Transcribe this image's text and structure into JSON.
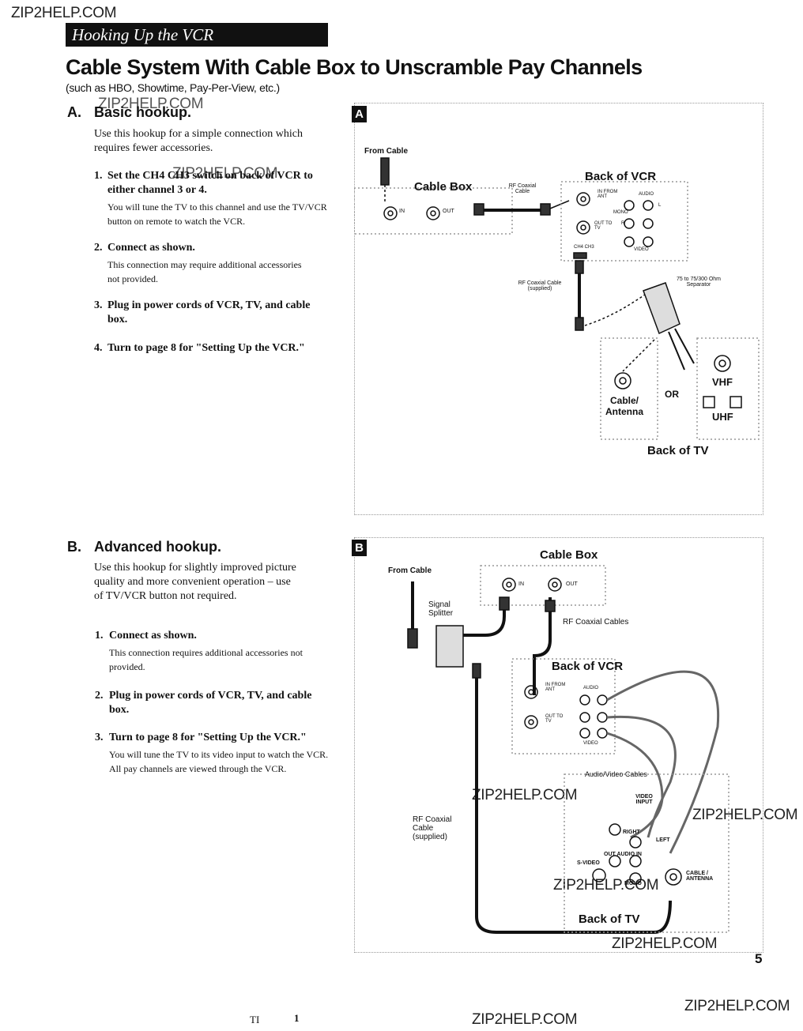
{
  "watermark": "ZIP2HELP.COM",
  "banner": "Hooking Up the VCR",
  "title": "Cable System With Cable Box to Unscramble Pay Channels",
  "subtitle": "(such as HBO, Showtime, Pay-Per-View, etc.)",
  "sectionA": {
    "letter": "A.",
    "heading": "Basic hookup.",
    "intro": "Use this hookup for a simple connection which requires fewer accessories.",
    "steps": [
      {
        "num": "1.",
        "text": "Set the CH4 CH3 switch on back of VCR to either channel 3 or 4.",
        "note": "You will tune the TV to this channel and use the TV/VCR button on remote to watch the VCR."
      },
      {
        "num": "2.",
        "text": "Connect as shown.",
        "note": "This connection may require additional accessories not provided."
      },
      {
        "num": "3.",
        "text": "Plug in power cords of VCR, TV, and cable box.",
        "note": ""
      },
      {
        "num": "4.",
        "text": "Turn to page 8 for \"Setting Up the VCR.\"",
        "note": ""
      }
    ],
    "diagram": {
      "badge": "A",
      "from_cable": "From Cable",
      "cable_box": "Cable Box",
      "rf_coaxial": "RF Coaxial Cable",
      "back_vcr": "Back of VCR",
      "in": "IN",
      "out": "OUT",
      "in_from_ant": "IN FROM ANT",
      "out_to_tv": "OUT TO TV",
      "audio": "AUDIO",
      "video": "VIDEO",
      "mono": "MONO",
      "r": "R",
      "l": "L",
      "ch4ch3": "CH4 CH3",
      "rf_supplied": "RF Coaxial Cable (supplied)",
      "separator": "75 to 75/300 Ohm Separator",
      "cable_antenna": "Cable/ Antenna",
      "or": "OR",
      "vhf": "VHF",
      "uhf": "UHF",
      "back_tv": "Back of TV"
    }
  },
  "sectionB": {
    "letter": "B.",
    "heading": "Advanced hookup.",
    "intro": "Use this hookup for slightly improved picture quality and more convenient operation – use of TV/VCR button not required.",
    "steps": [
      {
        "num": "1.",
        "text": "Connect as shown.",
        "note": "This connection requires additional accessories not provided."
      },
      {
        "num": "2.",
        "text": "Plug in power cords of VCR, TV, and cable box.",
        "note": ""
      },
      {
        "num": "3.",
        "text": "Turn to page 8 for \"Setting Up the VCR.\"",
        "note": "You will tune the TV to its video input to watch the VCR. All pay channels are viewed through the VCR."
      }
    ],
    "diagram": {
      "badge": "B",
      "cable_box": "Cable Box",
      "from_cable": "From Cable",
      "in": "IN",
      "out": "OUT",
      "splitter": "Signal Splitter",
      "rf_cables": "RF Coaxial Cables",
      "back_vcr": "Back of VCR",
      "in_from_ant": "IN FROM ANT",
      "out_to_tv": "OUT TO TV",
      "audio": "AUDIO",
      "video": "VIDEO",
      "av_cables": "Audio/Video Cables",
      "video_input": "VIDEO INPUT",
      "right": "RIGHT",
      "left": "LEFT",
      "out_audio_in": "OUT AUDIO IN",
      "svideo": "S-VIDEO",
      "mono": "MONO",
      "cable_antenna": "CABLE / ANTENNA",
      "rf_supplied": "RF Coaxial Cable (supplied)",
      "back_tv": "Back of TV"
    }
  },
  "page_number": "5",
  "footer_marks": [
    "TI",
    "1"
  ]
}
